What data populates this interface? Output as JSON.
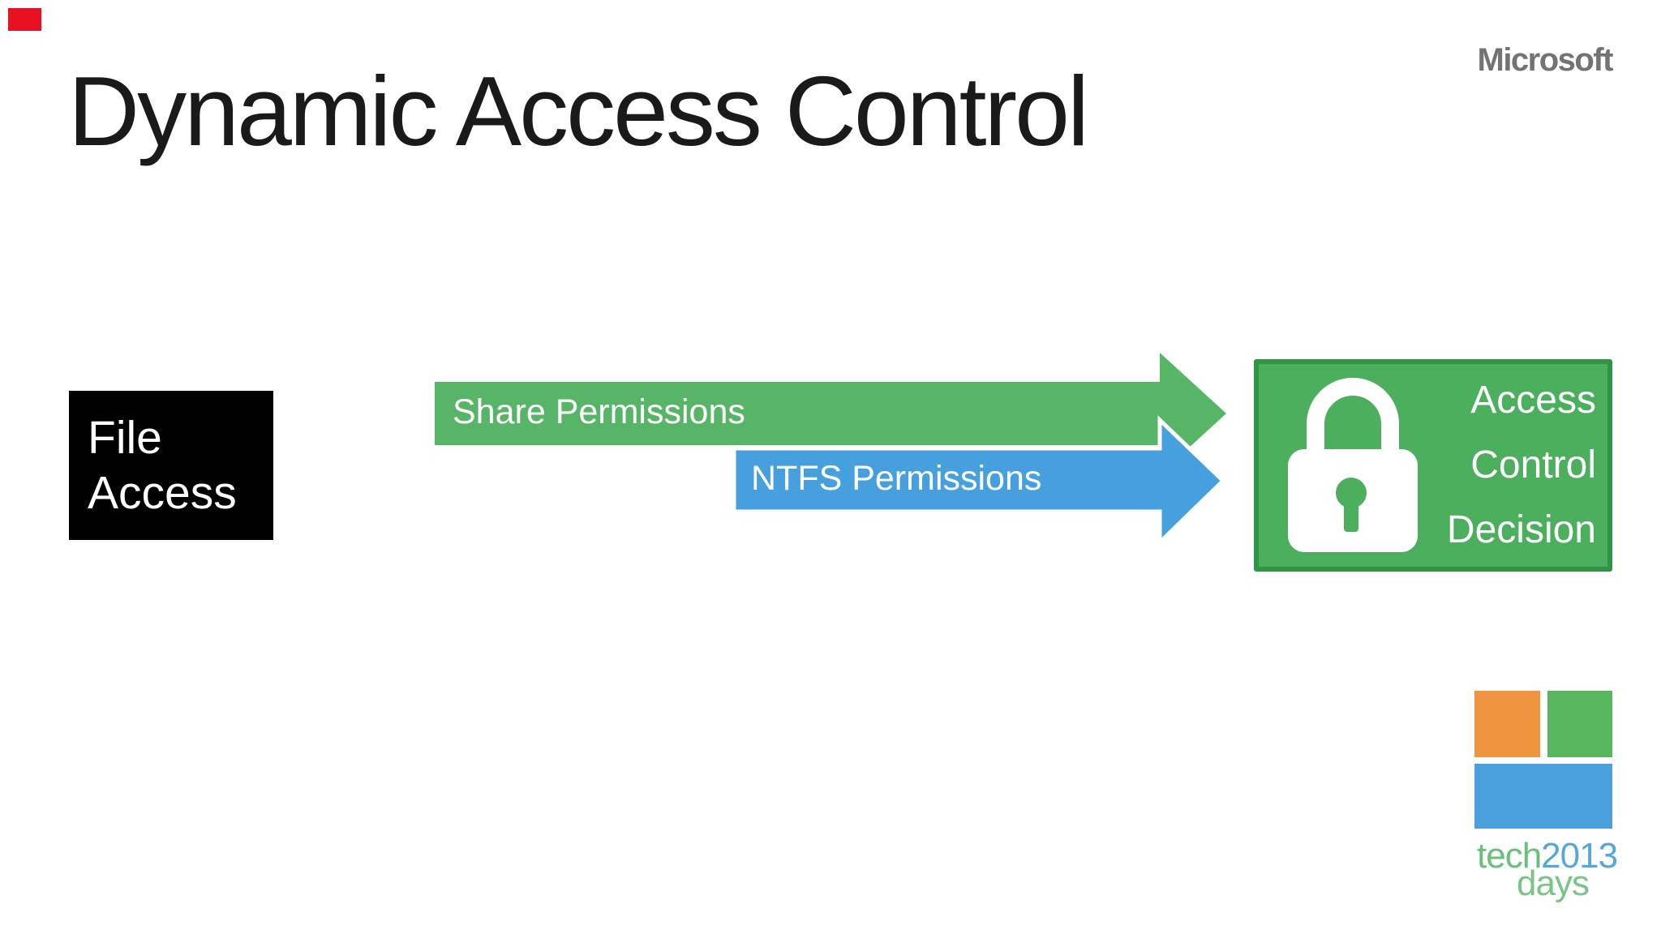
{
  "indicator": {
    "color": "#e81123"
  },
  "header": {
    "title": "Dynamic Access Control",
    "brand": "Microsoft",
    "title_color": "#1a1a1a",
    "brand_color": "#737373"
  },
  "diagram": {
    "file_access": {
      "label": "File Access",
      "fill": "#000000",
      "text_color": "#ffffff"
    },
    "share_arrow": {
      "label": "Share Permissions",
      "color": "#56b567",
      "text_color": "#ffffff"
    },
    "ntfs_arrow": {
      "label": "NTFS Permissions",
      "color": "#47a0de",
      "outline": "#ffffff",
      "text_color": "#ffffff"
    },
    "decision": {
      "lines": [
        "Access",
        "Control",
        "Decision"
      ],
      "fill": "#4caf5e",
      "border": "#2e9547",
      "icon": "lock-icon",
      "text_color": "#ffffff"
    }
  },
  "techdays": {
    "tech": "tech",
    "year": "2013",
    "days": "days",
    "orange": "#f0953f",
    "green": "#57b75e",
    "blue": "#4aa0dc"
  }
}
